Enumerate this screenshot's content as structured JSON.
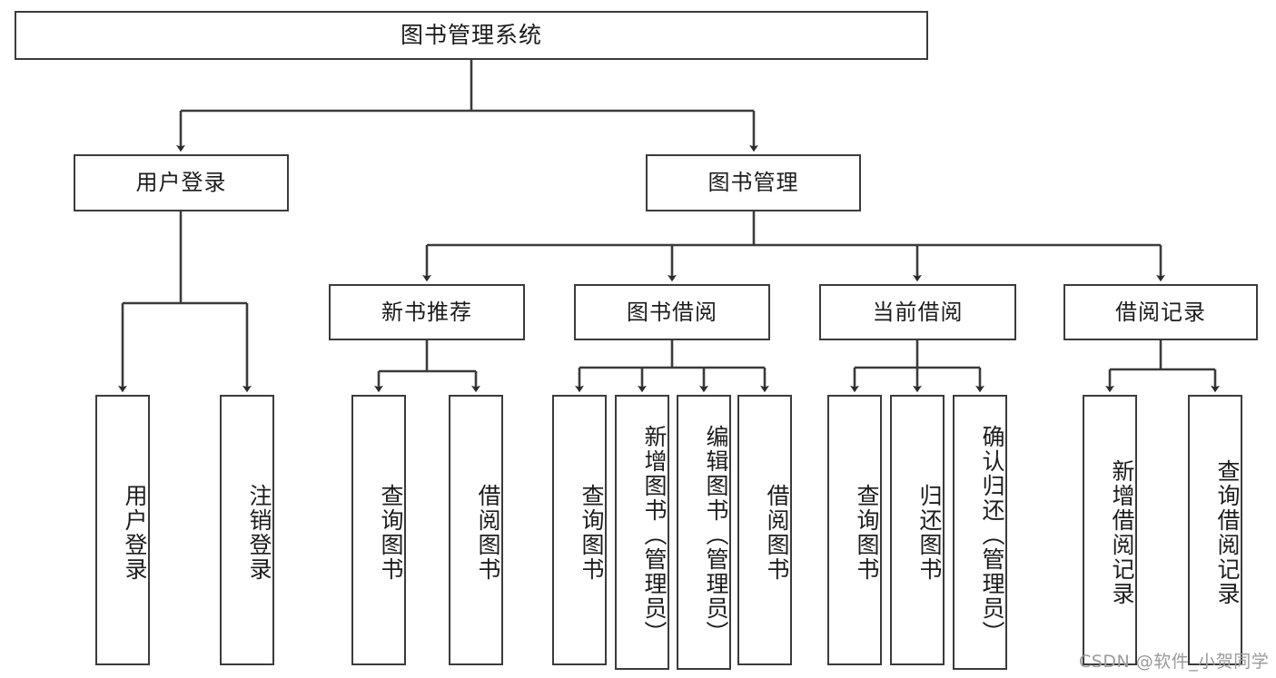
{
  "diagram": {
    "title": "图书管理系统",
    "type": "hierarchy-tree",
    "watermark": "CSDN @软件_小贺同学",
    "colors": {
      "stroke": "#3b3b3b",
      "box_fill": "#ffffff",
      "text": "#1c1c1c",
      "watermark": "#9a9a9a",
      "background": "#ffffff"
    },
    "root": {
      "label": "图书管理系统"
    },
    "level2": [
      {
        "label": "用户登录"
      },
      {
        "label": "图书管理"
      }
    ],
    "level3": [
      {
        "label": "新书推荐"
      },
      {
        "label": "图书借阅"
      },
      {
        "label": "当前借阅"
      },
      {
        "label": "借阅记录"
      }
    ],
    "leaves": {
      "user_login": [
        {
          "label": "用户登录"
        },
        {
          "label": "注销登录"
        }
      ],
      "new_book_recommend": [
        {
          "label": "查询图书"
        },
        {
          "label": "借阅图书"
        }
      ],
      "book_borrow": [
        {
          "label": "查询图书"
        },
        {
          "label": "新增图书（管理员）"
        },
        {
          "label": "编辑图书（管理员）"
        },
        {
          "label": "借阅图书"
        }
      ],
      "current_borrow": [
        {
          "label": "查询图书"
        },
        {
          "label": "归还图书"
        },
        {
          "label": "确认归还（管理员）"
        }
      ],
      "borrow_record": [
        {
          "label": "新增借阅记录"
        },
        {
          "label": "查询借阅记录"
        }
      ]
    }
  }
}
